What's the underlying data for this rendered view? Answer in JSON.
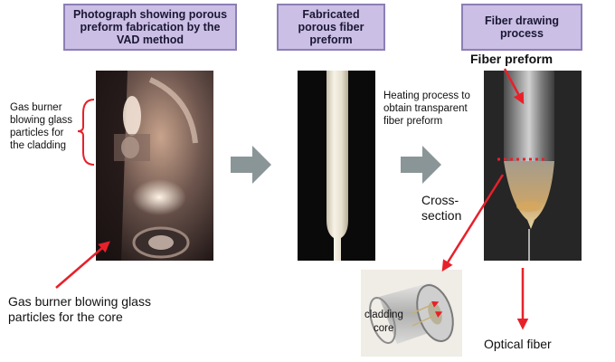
{
  "headers": [
    "Photograph showing porous preform fabrication by the VAD method",
    "Fabricated porous fiber preform",
    "Fiber drawing process"
  ],
  "labels": {
    "cladding_burner": "Gas burner blowing glass particles for the cladding",
    "core_burner": "Gas burner blowing glass particles for the core",
    "heating": "Heating process to obtain transparent fiber preform",
    "fiber_preform": "Fiber preform",
    "cross_section": "Cross-section",
    "optical_fiber": "Optical fiber",
    "cladding": "cladding",
    "core": "core"
  },
  "colors": {
    "header_fill": "#cbbfe6",
    "header_border": "#8c7fb5",
    "annotation_red": "#e8202a",
    "flow_arrow": "#8a9597"
  }
}
